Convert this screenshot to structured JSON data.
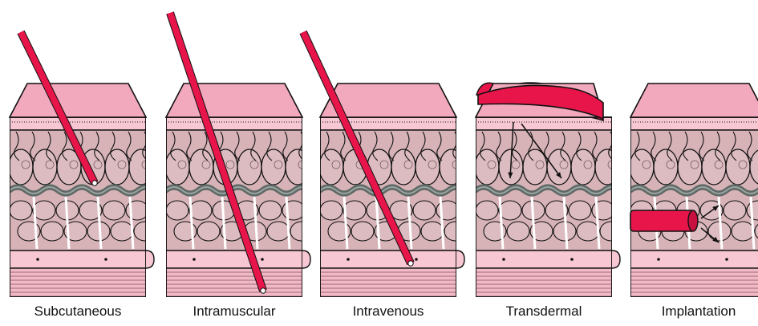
{
  "panels": [
    {
      "label": "Subcutaneous"
    },
    {
      "label": "Intramuscular"
    },
    {
      "label": "Intravenous"
    },
    {
      "label": "Transdermal"
    },
    {
      "label": "Implantation"
    }
  ],
  "colors": {
    "skin_top": "#f2a9bd",
    "dermis": "#f7c7d3",
    "fat_cells": "#d7b3b8",
    "muscle": "#f0b9c6",
    "needle": "#e8154b",
    "vessel": "#5f6966",
    "outline": "#111111"
  },
  "icons": [
    "needle",
    "transdermal-patch",
    "implant-rod",
    "diffusion-arrow"
  ]
}
